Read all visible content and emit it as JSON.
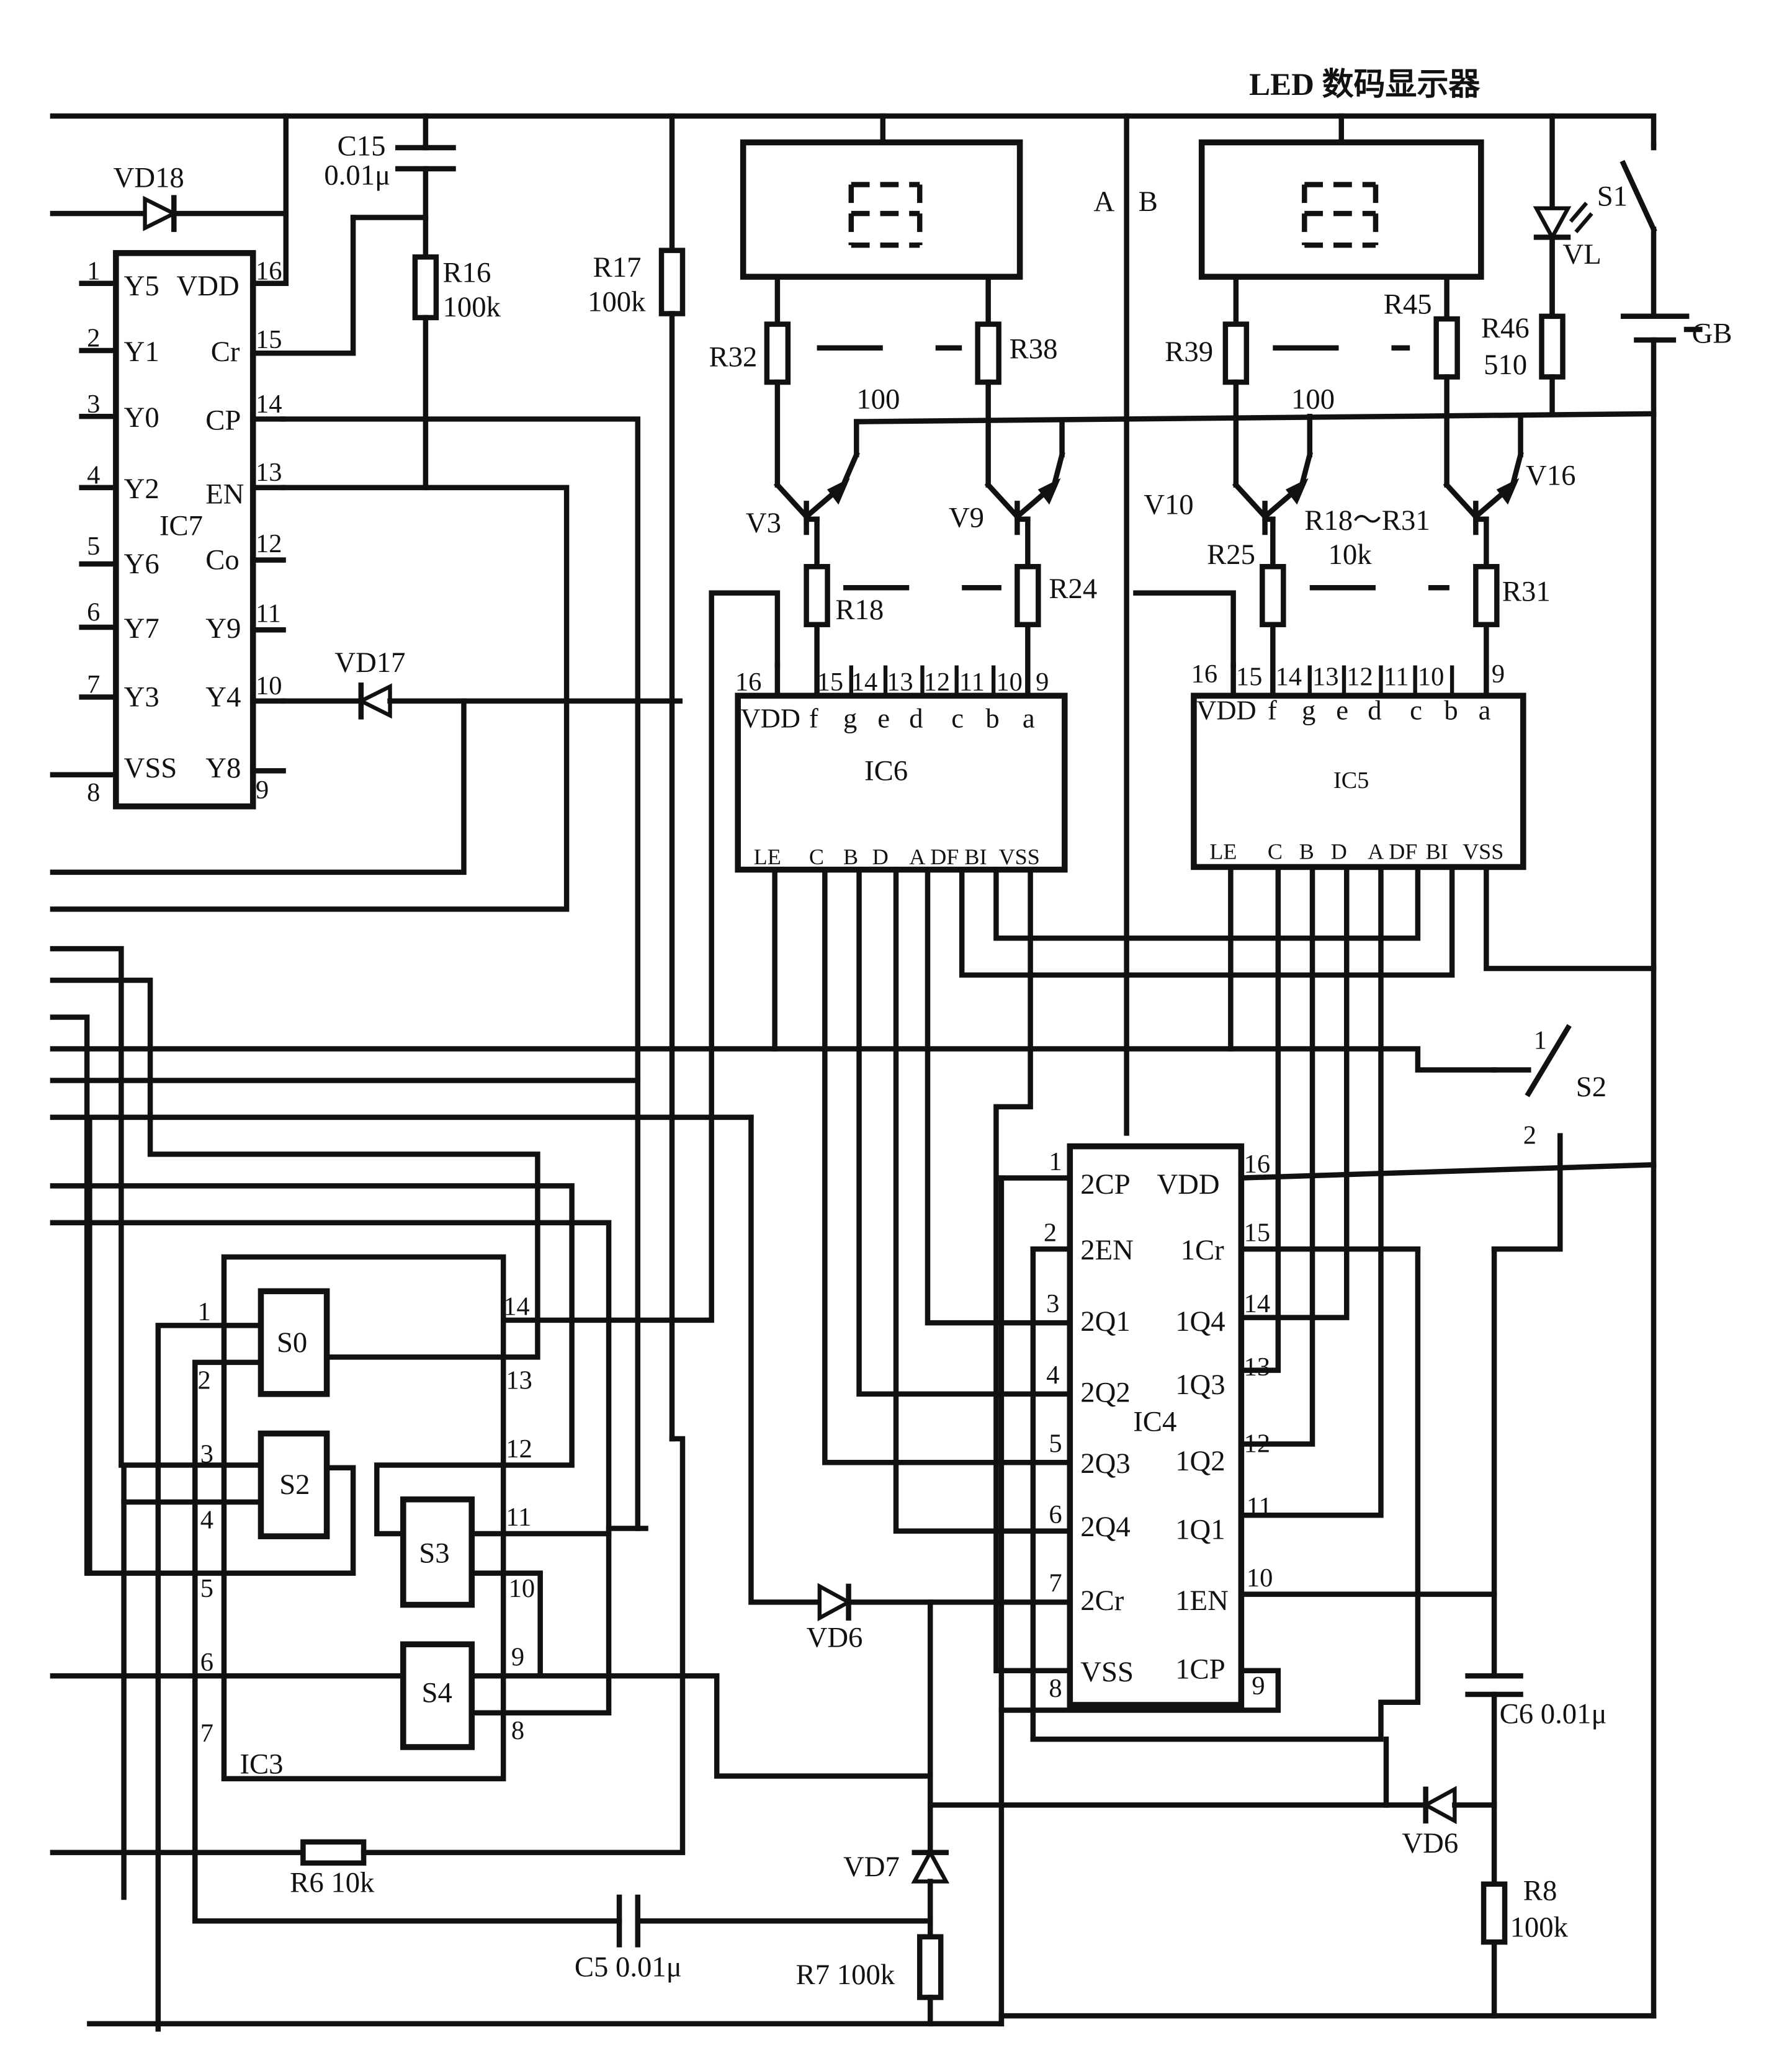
{
  "header": {
    "display_title": "LED 数码显示器"
  },
  "components": {
    "c15": "C15",
    "c15_val": "0.01μ",
    "vd18": "VD18",
    "vd17": "VD17",
    "r16": "R16",
    "r16_val": "100k",
    "r17": "R17",
    "r17_val": "100k",
    "r32": "R32",
    "r38": "R38",
    "r39": "R39",
    "r45": "R45",
    "r46": "R46",
    "r46_val": "510",
    "r18": "R18",
    "r24": "R24",
    "r25": "R25",
    "r31": "R31",
    "r_range": "R18～R31",
    "r_range_val": "10k",
    "v3": "V3",
    "v9": "V9",
    "v10": "V10",
    "v16": "V16",
    "val100_left": "100",
    "val100_right": "100",
    "s1": "S1",
    "vl": "VL",
    "gb": "GB",
    "s2": "S2",
    "s2_p1": "1",
    "s2_p2": "2",
    "node_a": "A",
    "node_b": "B",
    "vd6_left": "VD6",
    "vd6_right": "VD6",
    "vd7": "VD7",
    "c6": "C6 0.01μ",
    "r8": "R8",
    "r8_val": "100k",
    "r6": "R6 10k",
    "c5": "C5 0.01μ",
    "r7": "R7 100k"
  },
  "ic7": {
    "name": "IC7",
    "left": [
      {
        "num": "1",
        "label": "Y5"
      },
      {
        "num": "2",
        "label": "Y1"
      },
      {
        "num": "3",
        "label": "Y0"
      },
      {
        "num": "4",
        "label": "Y2"
      },
      {
        "num": "5",
        "label": "Y6"
      },
      {
        "num": "6",
        "label": "Y7"
      },
      {
        "num": "7",
        "label": "Y3"
      },
      {
        "num": "8",
        "label": "VSS"
      }
    ],
    "right": [
      {
        "num": "16",
        "label": "VDD"
      },
      {
        "num": "15",
        "label": "Cr"
      },
      {
        "num": "14",
        "label": "CP"
      },
      {
        "num": "13",
        "label": "EN"
      },
      {
        "num": "12",
        "label": "Co"
      },
      {
        "num": "11",
        "label": "Y9"
      },
      {
        "num": "10",
        "label": "Y4"
      },
      {
        "num": "9",
        "label": "Y8"
      }
    ]
  },
  "ic6": {
    "name": "IC6",
    "top_nums": [
      "16",
      "15",
      "14",
      "13",
      "12",
      "11",
      "10",
      "9"
    ],
    "top_labels": [
      "VDD",
      "f",
      "g",
      "e",
      "d",
      "c",
      "b",
      "a"
    ],
    "bottom_labels": [
      "LE",
      "C",
      "B",
      "D",
      "A",
      "DF",
      "BI",
      "VSS"
    ]
  },
  "ic5": {
    "name": "IC5",
    "top_nums": [
      "16",
      "15",
      "14",
      "13",
      "12",
      "11",
      "10",
      "9"
    ],
    "top_labels": [
      "VDD",
      "f",
      "g",
      "e",
      "d",
      "c",
      "b",
      "a"
    ],
    "bottom_labels": [
      "LE",
      "C",
      "B",
      "D",
      "A",
      "DF",
      "BI",
      "VSS"
    ]
  },
  "ic4": {
    "name": "IC4",
    "left": [
      {
        "num": "1",
        "label": "2CP"
      },
      {
        "num": "2",
        "label": "2EN"
      },
      {
        "num": "3",
        "label": "2Q1"
      },
      {
        "num": "4",
        "label": "2Q2"
      },
      {
        "num": "5",
        "label": "2Q3"
      },
      {
        "num": "6",
        "label": "2Q4"
      },
      {
        "num": "7",
        "label": "2Cr"
      },
      {
        "num": "8",
        "label": "VSS"
      }
    ],
    "right": [
      {
        "num": "16",
        "label": "VDD"
      },
      {
        "num": "15",
        "label": "1Cr"
      },
      {
        "num": "14",
        "label": "1Q4"
      },
      {
        "num": "13",
        "label": "1Q3"
      },
      {
        "num": "12",
        "label": "1Q2"
      },
      {
        "num": "11",
        "label": "1Q1"
      },
      {
        "num": "10",
        "label": "1EN"
      },
      {
        "num": "9",
        "label": "1CP"
      }
    ]
  },
  "ic3": {
    "name": "IC3",
    "gates": [
      "S0",
      "S2",
      "S3",
      "S4"
    ],
    "left_nums": [
      "1",
      "2",
      "3",
      "4",
      "5",
      "6",
      "7"
    ],
    "right_nums": [
      "14",
      "13",
      "12",
      "11",
      "10",
      "9",
      "8"
    ]
  }
}
